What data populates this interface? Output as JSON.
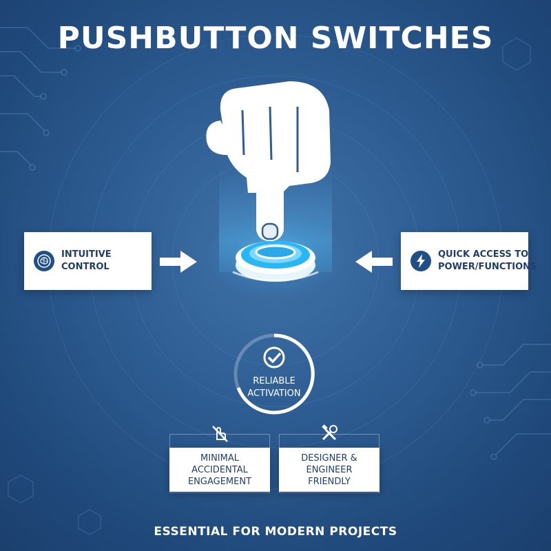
{
  "title": "PUSHBUTTON SWITCHES",
  "left_card": {
    "label": "INTUITIVE CONTROL",
    "icon": "brain-icon"
  },
  "right_card": {
    "label_line1": "QUICK ACCESS TO",
    "label_line2": "POWER/FUNCTIONS",
    "icon": "lightning-icon"
  },
  "center_badge": {
    "label_line1": "RELIABLE",
    "label_line2": "ACTIVATION",
    "icon": "checkmark-icon"
  },
  "bottom_cards": [
    {
      "line1": "MINIMAL",
      "line2": "ACCIDENTAL",
      "line3": "ENGAGEMENT",
      "icon": "no-touch-icon"
    },
    {
      "line1": "DESIGNER &",
      "line2": "ENGINEER",
      "line3": "FRIENDLY",
      "icon": "tools-icon"
    }
  ],
  "footer": "ESSENTIAL FOR MODERN PROJECTS",
  "colors": {
    "background": "#2e5d93",
    "accent": "#29b6f6",
    "card_text": "#1f3f6a",
    "white": "#ffffff"
  }
}
